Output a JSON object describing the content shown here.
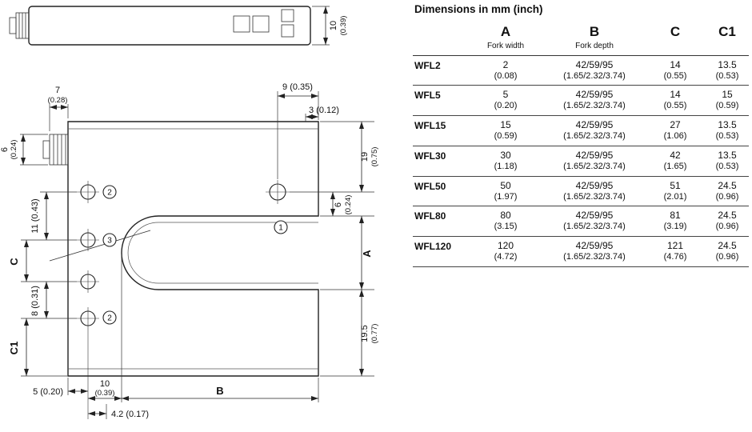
{
  "drawing": {
    "top_view": {
      "height_mm": "10",
      "height_in": "(0.39)"
    },
    "dims": {
      "d7_mm": "7",
      "d7_in": "(0.28)",
      "d6conn_mm": "6",
      "d6conn_in": "(0.24)",
      "d9": "9 (0.35)",
      "d3": "3 (0.12)",
      "d19_mm": "19",
      "d19_in": "(0.75)",
      "d6in_mm": "6",
      "d6in_in": "(0.24)",
      "dA": "A",
      "d195_mm": "19.5",
      "d195_in": "(0.77)",
      "d11": "11 (0.43)",
      "dC": "C",
      "d8": "8 (0.31)",
      "dC1": "C1",
      "d5": "5 (0.20)",
      "d10_mm": "10",
      "d10_in": "(0.39)",
      "dB": "B",
      "d42": "4.2 (0.17)"
    },
    "markers": {
      "m1": "1",
      "m2": "2",
      "m3": "3"
    }
  },
  "table": {
    "title": "Dimensions in mm (inch)",
    "columns": [
      {
        "label": "A",
        "sublabel": "Fork width"
      },
      {
        "label": "B",
        "sublabel": "Fork depth"
      },
      {
        "label": "C",
        "sublabel": ""
      },
      {
        "label": "C1",
        "sublabel": ""
      }
    ],
    "rows": [
      {
        "model": "WFL2",
        "a_mm": "2",
        "a_in": "(0.08)",
        "b_mm": "42/59/95",
        "b_in": "(1.65/2.32/3.74)",
        "c_mm": "14",
        "c_in": "(0.55)",
        "c1_mm": "13.5",
        "c1_in": "(0.53)"
      },
      {
        "model": "WFL5",
        "a_mm": "5",
        "a_in": "(0.20)",
        "b_mm": "42/59/95",
        "b_in": "(1.65/2.32/3.74)",
        "c_mm": "14",
        "c_in": "(0.55)",
        "c1_mm": "15",
        "c1_in": "(0.59)"
      },
      {
        "model": "WFL15",
        "a_mm": "15",
        "a_in": "(0.59)",
        "b_mm": "42/59/95",
        "b_in": "(1.65/2.32/3.74)",
        "c_mm": "27",
        "c_in": "(1.06)",
        "c1_mm": "13.5",
        "c1_in": "(0.53)"
      },
      {
        "model": "WFL30",
        "a_mm": "30",
        "a_in": "(1.18)",
        "b_mm": "42/59/95",
        "b_in": "(1.65/2.32/3.74)",
        "c_mm": "42",
        "c_in": "(1.65)",
        "c1_mm": "13.5",
        "c1_in": "(0.53)"
      },
      {
        "model": "WFL50",
        "a_mm": "50",
        "a_in": "(1.97)",
        "b_mm": "42/59/95",
        "b_in": "(1.65/2.32/3.74)",
        "c_mm": "51",
        "c_in": "(2.01)",
        "c1_mm": "24.5",
        "c1_in": "(0.96)"
      },
      {
        "model": "WFL80",
        "a_mm": "80",
        "a_in": "(3.15)",
        "b_mm": "42/59/95",
        "b_in": "(1.65/2.32/3.74)",
        "c_mm": "81",
        "c_in": "(3.19)",
        "c1_mm": "24.5",
        "c1_in": "(0.96)"
      },
      {
        "model": "WFL120",
        "a_mm": "120",
        "a_in": "(4.72)",
        "b_mm": "42/59/95",
        "b_in": "(1.65/2.32/3.74)",
        "c_mm": "121",
        "c_in": "(4.76)",
        "c1_mm": "24.5",
        "c1_in": "(0.96)"
      }
    ]
  }
}
